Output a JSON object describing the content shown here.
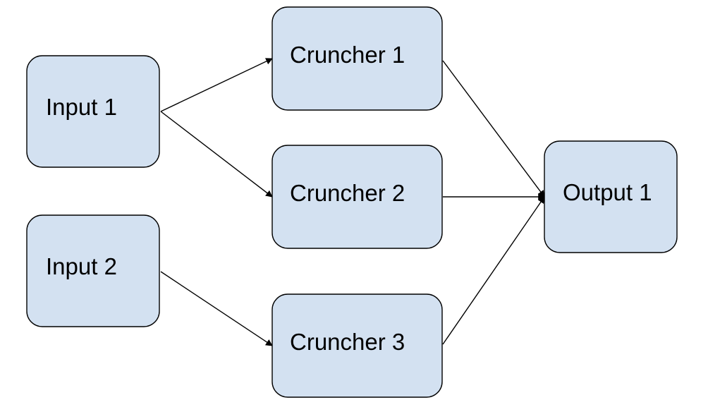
{
  "nodes": {
    "input_1": "Input 1",
    "input_2": "Input 2",
    "cruncher_1": "Cruncher 1",
    "cruncher_2": "Cruncher 2",
    "cruncher_3": "Cruncher 3",
    "output_1": "Output 1"
  },
  "edges": [
    {
      "from": "input_1",
      "to": "cruncher_1"
    },
    {
      "from": "input_1",
      "to": "cruncher_2"
    },
    {
      "from": "input_2",
      "to": "cruncher_3"
    },
    {
      "from": "cruncher_1",
      "to": "output_1"
    },
    {
      "from": "cruncher_2",
      "to": "output_1"
    },
    {
      "from": "cruncher_3",
      "to": "output_1"
    }
  ],
  "colors": {
    "node_fill": "#d3e1f1",
    "node_stroke": "#000000",
    "edge": "#000000"
  }
}
